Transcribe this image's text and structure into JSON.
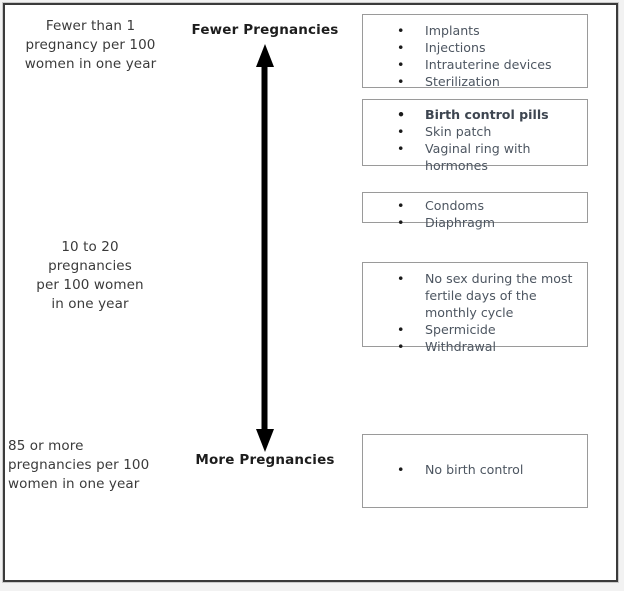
{
  "figure": {
    "scale_labels": [
      {
        "id": "top",
        "text": "Fewer than 1 pregnancy per 100 women in one year"
      },
      {
        "id": "middle",
        "text": "10 to 20 pregnancies per 100 women in one year"
      },
      {
        "id": "bottom",
        "text": "85 or more pregnancies per 100 women in one year"
      }
    ],
    "scale_lines": {
      "top": [
        "Fewer than 1",
        "pregnancy per 100",
        "women in one year"
      ],
      "middle": [
        "10 to 20",
        "pregnancies",
        "per 100 women",
        "in one year"
      ],
      "bottom": [
        "85 or more",
        "pregnancies per 100",
        "women in one year"
      ]
    },
    "arrow": {
      "top_caption": "Fewer Pregnancies",
      "bottom_caption": "More Pregnancies",
      "direction": "double-headed-vertical",
      "color": "#000000"
    },
    "boxes": [
      {
        "id": "most-effective",
        "items": [
          {
            "text": "Implants",
            "bold": false
          },
          {
            "text": "Injections",
            "bold": false
          },
          {
            "text": "Intrauterine devices",
            "bold": false
          },
          {
            "text": "Sterilization",
            "bold": false
          }
        ]
      },
      {
        "id": "hormonal-short-acting",
        "items": [
          {
            "text": "Birth control pills",
            "bold": true
          },
          {
            "text": "Skin patch",
            "bold": false
          },
          {
            "text": "Vaginal ring with hormones",
            "bold": false
          }
        ]
      },
      {
        "id": "barrier-methods",
        "items": [
          {
            "text": "Condoms",
            "bold": false
          },
          {
            "text": "Diaphragm",
            "bold": false
          }
        ]
      },
      {
        "id": "behavioral-methods",
        "items": [
          {
            "text": "No sex during the most fertile days of the monthly cycle",
            "bold": false
          },
          {
            "text": "Spermicide",
            "bold": false
          },
          {
            "text": "Withdrawal",
            "bold": false
          }
        ]
      },
      {
        "id": "no-method",
        "items": [
          {
            "text": "No birth control",
            "bold": false
          }
        ]
      }
    ],
    "bullet_glyph": "•",
    "colors": {
      "frame_border": "#3b3b3b",
      "box_border": "#9a9a9a",
      "item_text": "#4d5661",
      "scale_text": "#3a3a3a",
      "caption_text": "#1d1d1d",
      "background": "#ffffff"
    }
  }
}
